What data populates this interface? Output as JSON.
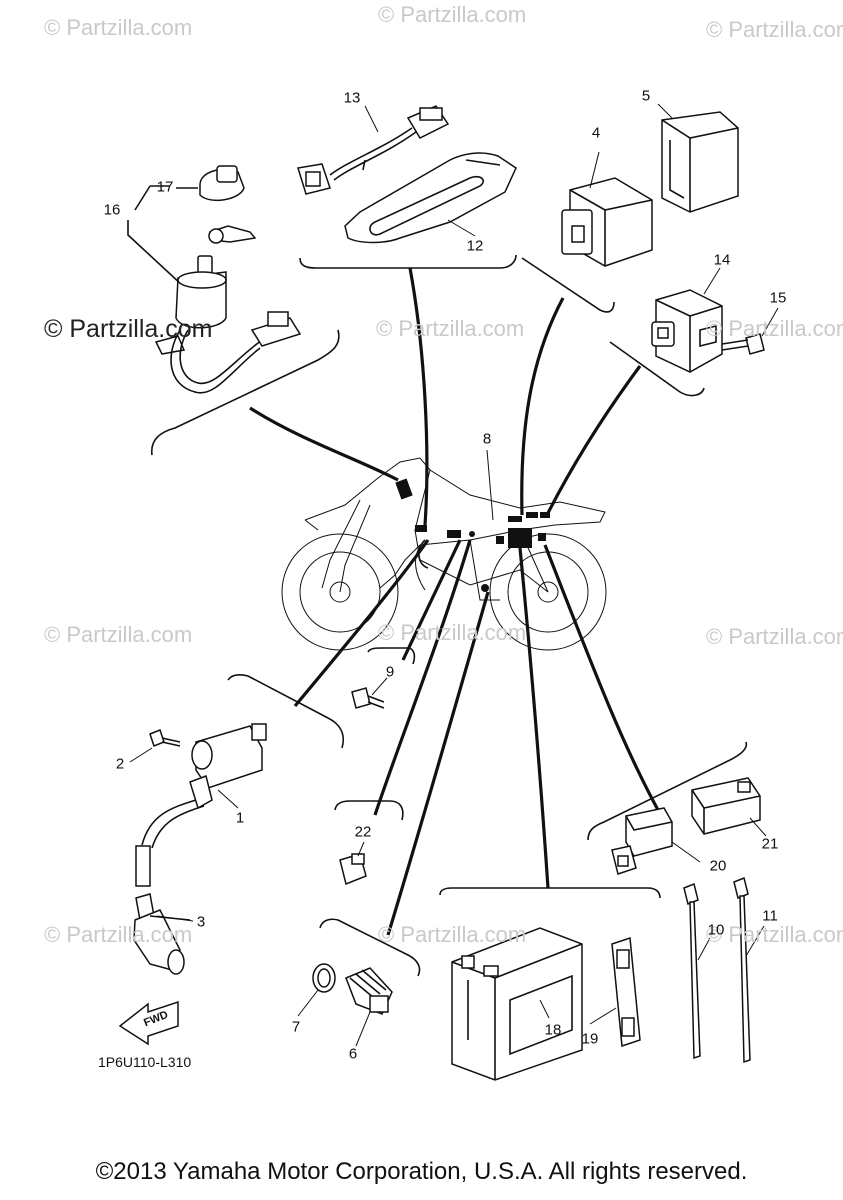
{
  "watermarks": {
    "text": "© Partzilla.com",
    "prominent": "© Partzilla.com"
  },
  "callouts": [
    "1",
    "2",
    "3",
    "4",
    "5",
    "6",
    "7",
    "8",
    "9",
    "10",
    "11",
    "12",
    "13",
    "14",
    "15",
    "16",
    "17",
    "18",
    "19",
    "20",
    "21",
    "22"
  ],
  "diagram_code": "1P6U110-L310",
  "fwd_label": "FWD",
  "copyright": "©2013 Yamaha Motor Corporation, U.S.A. All rights reserved."
}
